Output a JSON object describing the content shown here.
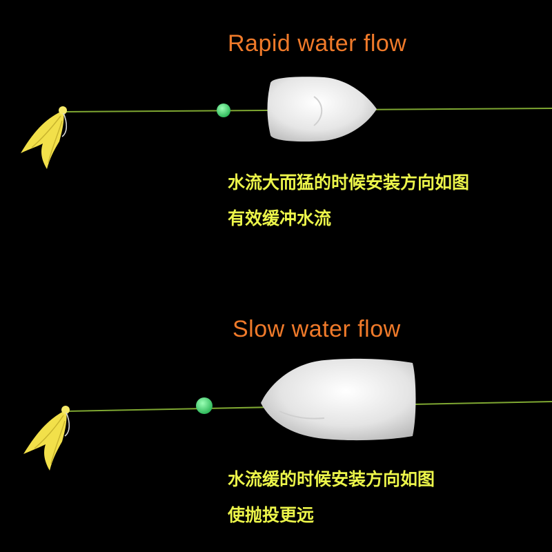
{
  "colors": {
    "heading": "#F07A2A",
    "caption": "#ECF54A",
    "line": "#7FA832",
    "bead": "#4ADF7A",
    "float": "#EAEAEA",
    "lure": "#F2E04A",
    "background": "#000000"
  },
  "rapid": {
    "heading": "Rapid water flow",
    "caption_line1": "水流大而猛的时候安装方向如图",
    "caption_line2": "有效缓冲水流"
  },
  "slow": {
    "heading": "Slow water flow",
    "caption_line1": "水流缓的时候安装方向如图",
    "caption_line2": "使抛投更远"
  },
  "icons": {
    "lure": "feather-jig-lure-icon",
    "bead": "glow-bead-icon",
    "float": "bullet-float-icon"
  }
}
